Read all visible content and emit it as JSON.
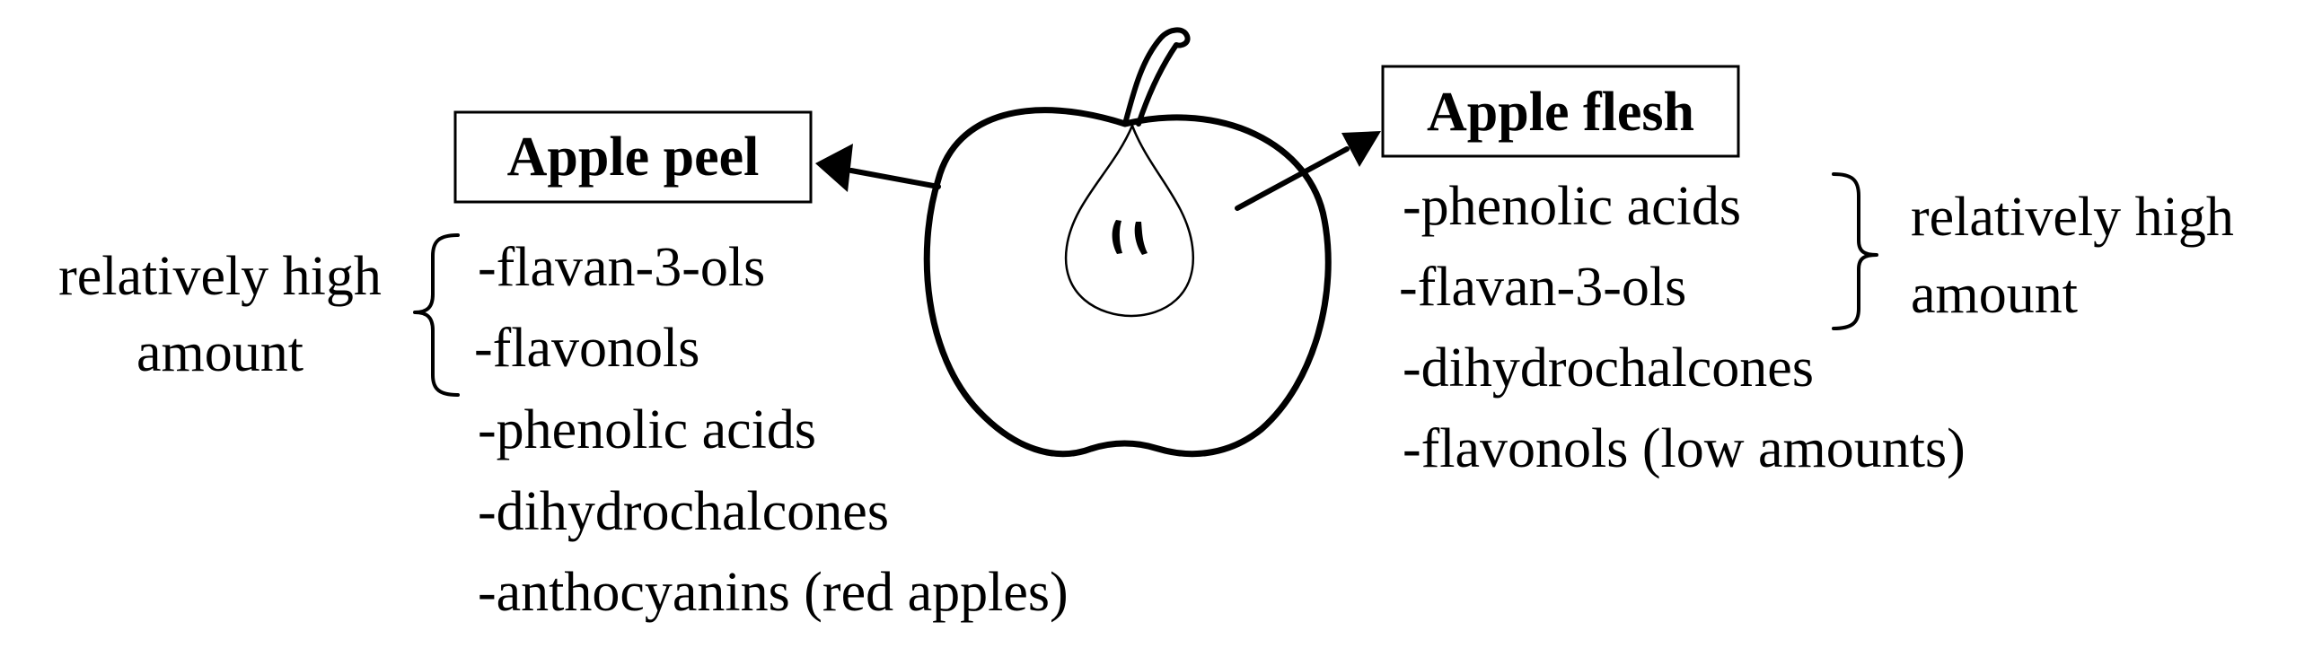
{
  "peel": {
    "title": "Apple peel",
    "group_note_line1": "relatively high",
    "group_note_line2": "amount",
    "items": [
      "-flavan-3-ols",
      "-flavonols",
      "-phenolic acids",
      "-dihydrochalcones",
      "-anthocyanins (red apples)"
    ]
  },
  "flesh": {
    "title": "Apple flesh",
    "group_note_line1": "relatively high",
    "group_note_line2": "amount",
    "items": [
      "-phenolic acids",
      "-flavan-3-ols",
      "-dihydrochalcones",
      "-flavonols (low amounts)"
    ]
  },
  "colors": {
    "ink": "#000000",
    "background": "#ffffff"
  },
  "icons": {
    "apple": "apple-cross-section-icon"
  }
}
